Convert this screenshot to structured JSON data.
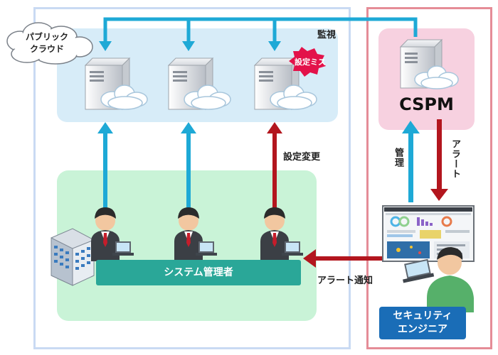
{
  "labels": {
    "cloud_line1": "パブリック",
    "cloud_line2": "クラウド",
    "monitor": "監視",
    "misconfig": "設定ミス",
    "config_change": "設定変更",
    "cspm": "CSPM",
    "manage": "管理",
    "alert": "アラート",
    "alert_notify": "アラート通知",
    "sys_admin": "システム管理者",
    "sec_eng_line1": "セキュリティ",
    "sec_eng_line2": "エンジニア"
  },
  "colors": {
    "arrow_blue": "#1ea9d6",
    "arrow_red": "#b3161e",
    "cloud_area": "#d7ecf8",
    "admin_area": "#c9f3d7",
    "cspm_area": "#f7d1e0",
    "sys_bar": "#2aa798",
    "sec_badge": "#1a6db7",
    "left_frame": "#c9daf3",
    "right_frame": "#e58c97"
  }
}
